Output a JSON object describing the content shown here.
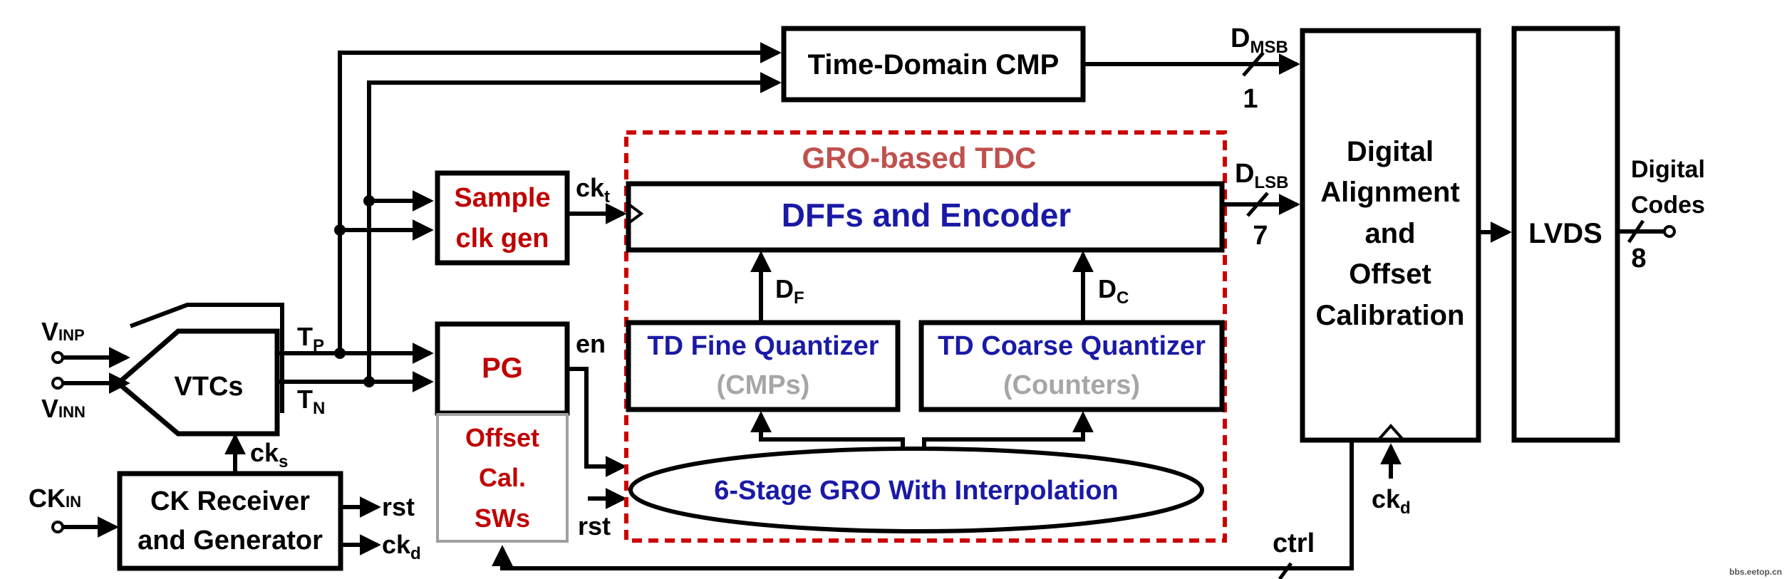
{
  "colors": {
    "line": "#000000",
    "red_label": "#c00000",
    "tdc_title": "#c0504d",
    "tdc_border": "#cc0000",
    "blue_label": "#1a1aa6",
    "gray_label": "#a6a6a6",
    "gray_box": "#a0a0a0"
  },
  "blocks": {
    "vtcs": "VTCs",
    "ck_receiver": [
      "CK Receiver",
      "and Generator"
    ],
    "sample_clk_gen": [
      "Sample",
      "clk gen"
    ],
    "pg": "PG",
    "offset_cal": [
      "Offset",
      "Cal.",
      "SWs"
    ],
    "time_domain_cmp": "Time-Domain CMP",
    "tdc_title": "GRO-based TDC",
    "dffs_encoder": "DFFs and Encoder",
    "fine_quantizer": {
      "main": "TD Fine Quantizer",
      "sub": "(CMPs)"
    },
    "coarse_quantizer": {
      "main": "TD Coarse Quantizer",
      "sub": "(Counters)"
    },
    "gro": "6-Stage GRO With Interpolation",
    "digital_alignment": [
      "Digital",
      "Alignment",
      "and",
      "Offset",
      "Calibration"
    ],
    "lvds": "LVDS"
  },
  "signals": {
    "vinp": {
      "main": "V",
      "sub": "INP"
    },
    "vinn": {
      "main": "V",
      "sub": "INN"
    },
    "ckin": {
      "main": "CK",
      "sub": "IN"
    },
    "tp": {
      "main": "T",
      "sub": "P"
    },
    "tn": {
      "main": "T",
      "sub": "N"
    },
    "cks": {
      "main": "ck",
      "sub": "s"
    },
    "rst": "rst",
    "ckd": {
      "main": "ck",
      "sub": "d"
    },
    "ckt": {
      "main": "ck",
      "sub": "t"
    },
    "en": "en",
    "rst2": "rst",
    "df": {
      "main": "D",
      "sub": "F"
    },
    "dc": {
      "main": "D",
      "sub": "C"
    },
    "dmsb": {
      "main": "D",
      "sub": "MSB"
    },
    "dmsb_width": "1",
    "dlsb": {
      "main": "D",
      "sub": "LSB"
    },
    "dlsb_width": "7",
    "ckd2": {
      "main": "ck",
      "sub": "d"
    },
    "ctrl": "ctrl",
    "digital_codes": [
      "Digital",
      "Codes"
    ],
    "codes_width": "8"
  },
  "watermark": "bbs.eetop.cn"
}
